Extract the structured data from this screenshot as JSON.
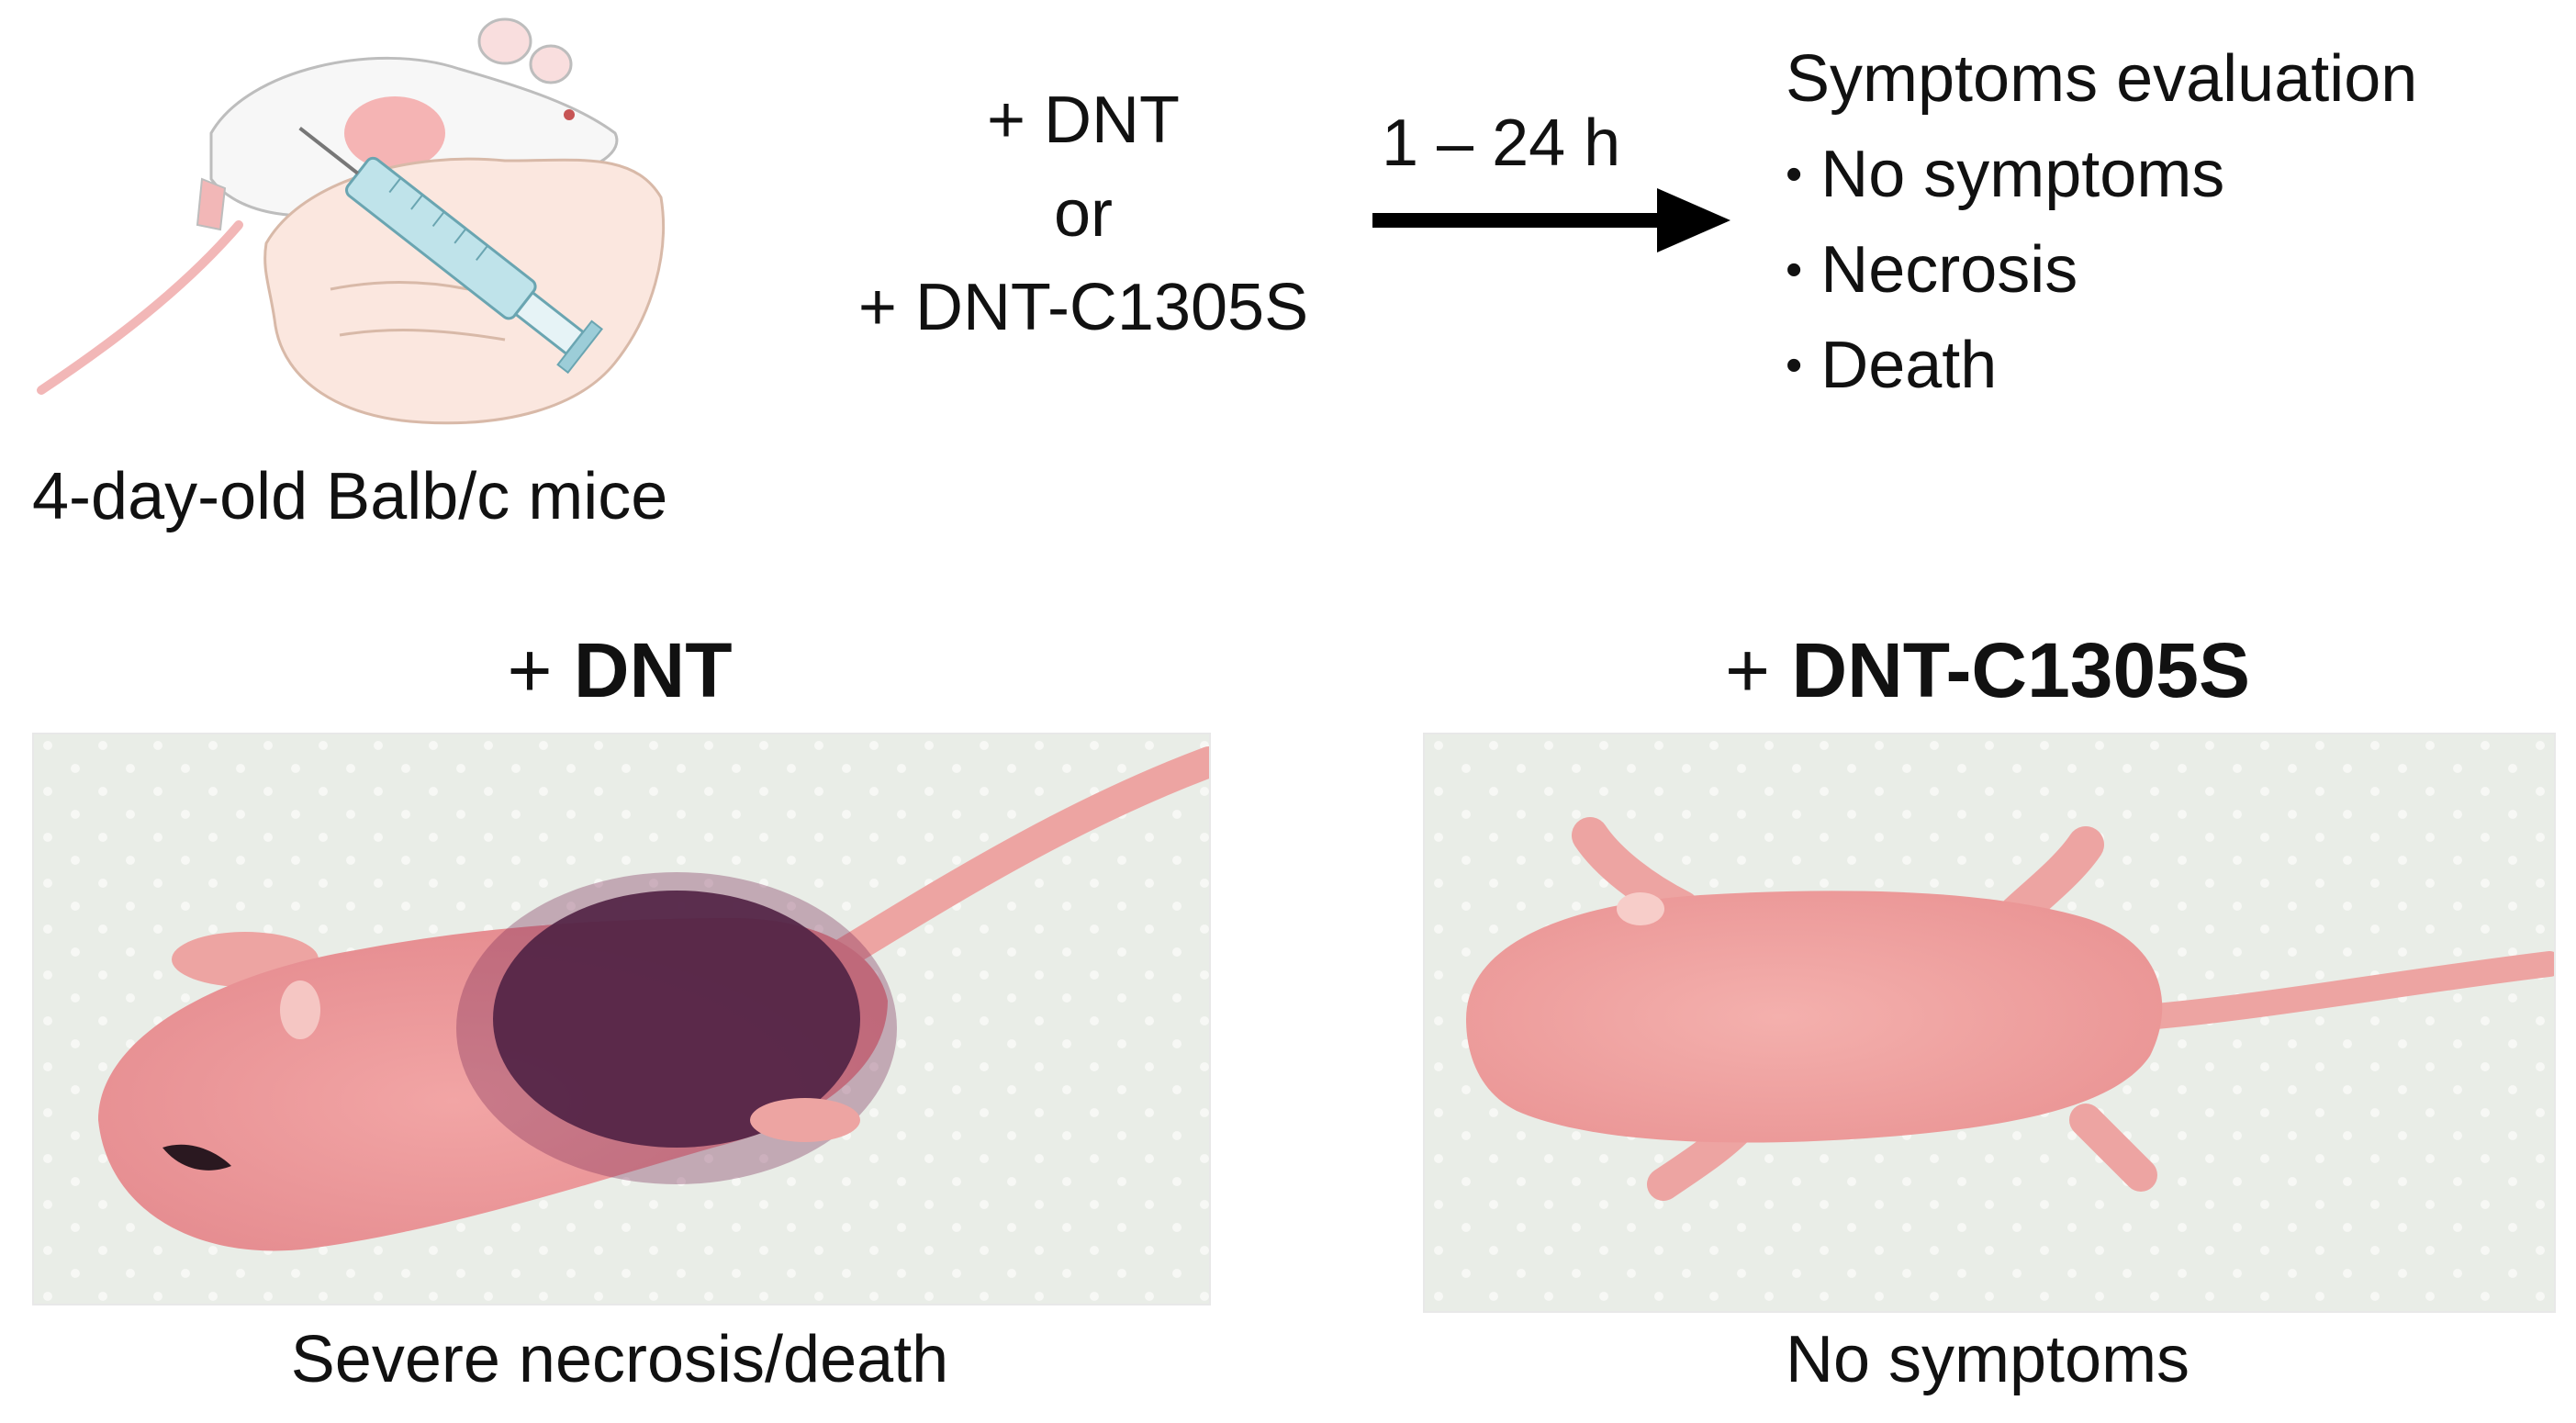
{
  "top": {
    "mouse_caption": "4-day-old Balb/c mice",
    "treatment_line1": "+ DNT",
    "treatment_or": "or",
    "treatment_line2": "+ DNT-C1305S",
    "time_label": "1 – 24 h",
    "evaluation_title": "Symptoms evaluation",
    "bullet_char": "•",
    "evaluation_items": [
      "No symptoms",
      "Necrosis",
      "Death"
    ]
  },
  "panels": [
    {
      "plus": "+",
      "title": "DNT",
      "caption": "Severe necrosis/death"
    },
    {
      "plus": "+",
      "title": "DNT-C1305S",
      "caption": "No symptoms"
    }
  ],
  "colors": {
    "text": "#111111",
    "mouse_skin": "#ec9a9a",
    "necrosis": "#3c1f3d",
    "paper_towel": "#e9ede7"
  },
  "icons": [
    "mouse-injection-illustration",
    "syringe-icon",
    "hand-icon",
    "right-arrow-icon"
  ]
}
